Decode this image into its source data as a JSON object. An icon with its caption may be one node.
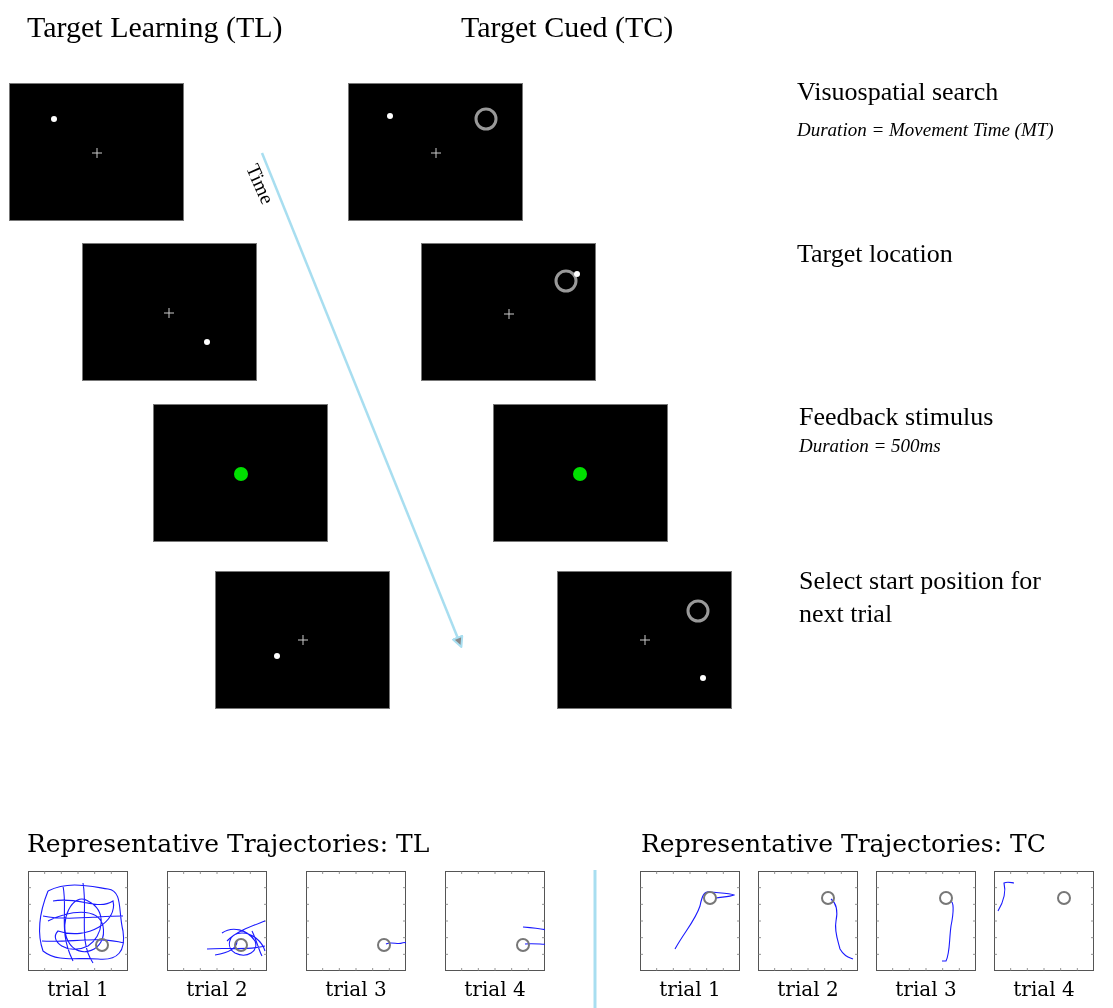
{
  "diagram": {
    "nodes": [
      {
        "text": [],
        "shape": "box"
      },
      {
        "text": [],
        "shape": "box"
      },
      {
        "text": [],
        "shape": "box"
      },
      {
        "text": [],
        "shape": "box"
      },
      {
        "text": [],
        "shape": "box"
      },
      {
        "text": [],
        "shape": "box"
      },
      {
        "text": [],
        "shape": "box"
      },
      {
        "text": [],
        "shape": "box"
      },
      {
        "text": [
          "trial 1"
        ]
      },
      {
        "text": [
          "trial 2"
        ]
      },
      {
        "text": [
          "trial 3"
        ]
      },
      {
        "text": [
          "trial 4"
        ]
      },
      {
        "text": [
          "trial 1"
        ]
      },
      {
        "text": [
          "trial 2"
        ]
      },
      {
        "text": [
          "trial 3"
        ]
      },
      {
        "text": [
          "trial 4"
        ]
      }
    ],
    "labels": [
      "Target Learning (TL)",
      "Target Cued (TC)",
      "Visuospatial search",
      "Duration = Movement Time (MT)",
      "Time",
      "Target location",
      "Feedback stimulus",
      "Duration = 500ms",
      "Select start position for next trial",
      "Representative Trajectories: TL",
      "Representative Trajectories: TC"
    ]
  }
}
